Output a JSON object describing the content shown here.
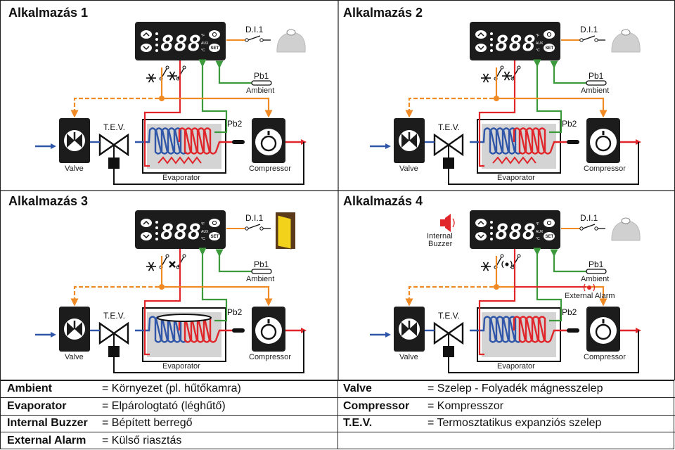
{
  "panels": [
    {
      "title": "Alkalmazás 1",
      "variant": "defrost-electric"
    },
    {
      "title": "Alkalmazás 2",
      "variant": "defrost-electric"
    },
    {
      "title": "Alkalmazás 3",
      "variant": "fan-door"
    },
    {
      "title": "Alkalmazás 4",
      "variant": "alarm-buzzer"
    }
  ],
  "labels": {
    "display": "888",
    "di": "D.I.1",
    "pb1": "Pb1",
    "pb2": "Pb2",
    "ambient": "Ambient",
    "tev": "T.E.V.",
    "valve": "Valve",
    "evaporator": "Evaporator",
    "compressor": "Compressor",
    "internal_buzzer_line1": "Internal",
    "internal_buzzer_line2": "Buzzer",
    "external_alarm": "External Alarm",
    "set": "SET",
    "aux": "AUX"
  },
  "legend": {
    "left": [
      {
        "term": "Ambient",
        "def": "= Környezet (pl. hűtőkamra)"
      },
      {
        "term": "Evaporator",
        "def": "= Elpárologtató (léghűtő)"
      },
      {
        "term": "Internal Buzzer",
        "def": "= Bépített berregő"
      },
      {
        "term": "External Alarm",
        "def": "= Külső riasztás"
      }
    ],
    "right": [
      {
        "term": "Valve",
        "def": "= Szelep - Folyadék mágnesszelep"
      },
      {
        "term": "Compressor",
        "def": "= Kompresszor"
      },
      {
        "term": "T.E.V.",
        "def": "= Termosztatikus expanziós szelep"
      }
    ]
  },
  "colors": {
    "orange": "#f08a24",
    "red": "#e0262b",
    "green": "#3c9a3c",
    "blue": "#2f56a8",
    "dark": "#1c1c1c",
    "door": "#f2d21a"
  }
}
